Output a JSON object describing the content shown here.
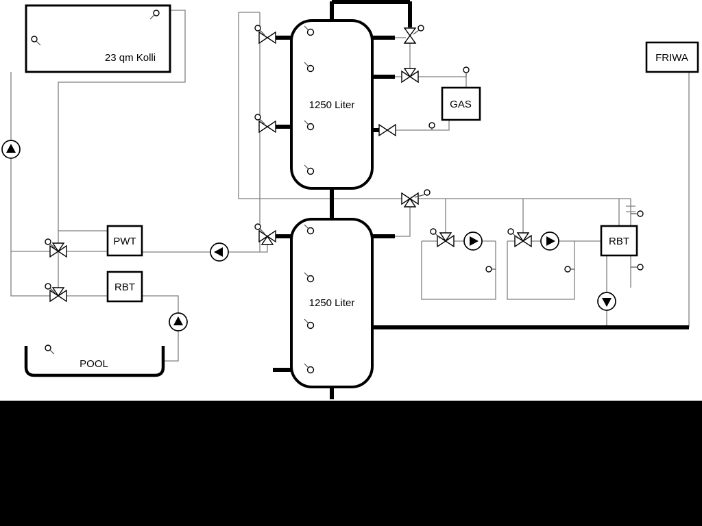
{
  "diagram": {
    "labels": {
      "collector": "23 qm Kolli",
      "tank_top": "1250 Liter",
      "tank_bottom": "1250 Liter",
      "pwt": "PWT",
      "rbt_left": "RBT",
      "rbt_right": "RBT",
      "gas": "GAS",
      "friwa": "FRIWA",
      "pool": "POOL"
    },
    "colors": {
      "background": "#ffffff",
      "letterbox": "#000000",
      "pipe_thin": "#7f7f7f",
      "pipe_thick": "#000000",
      "symbol_fill": "#ffffff"
    }
  }
}
